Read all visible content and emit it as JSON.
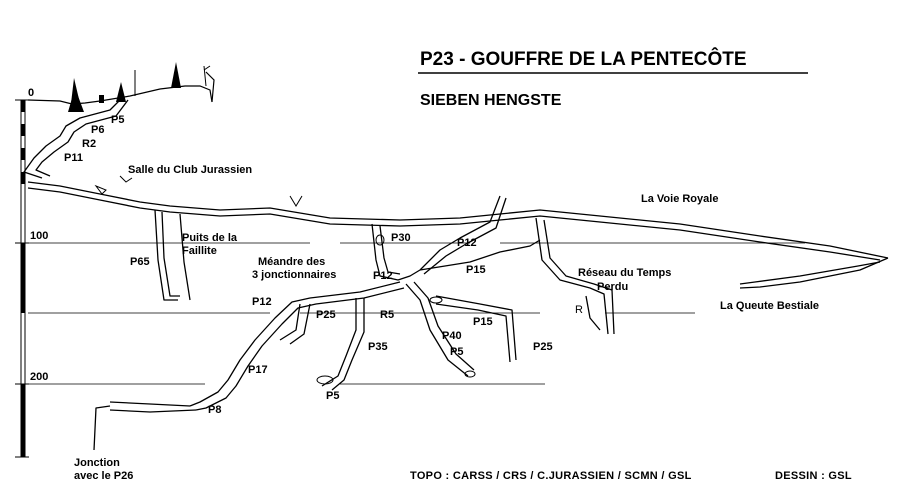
{
  "title": "P23  -  GOUFFRE DE LA PENTECÔTE",
  "subtitle": "SIEBEN HENGSTE",
  "depth_scale": {
    "ticks": [
      "0",
      "100",
      "200"
    ]
  },
  "labels": {
    "p5_top": "P5",
    "p6": "P6",
    "r2": "R2",
    "p11": "P11",
    "salle": "Salle du Club Jurassien",
    "puits_faille_1": "Puits de la",
    "puits_faille_2": "Faillite",
    "p65": "P65",
    "meandre_1": "Méandre des",
    "meandre_2": "3 jonctionnaires",
    "p30": "P30",
    "p12_right": "P12",
    "p15_right": "P15",
    "p12_center": "P12",
    "voie_royale": "La Voie Royale",
    "reseau_1": "Réseau du Temps",
    "reseau_2": "Perdu",
    "r_small": "R",
    "queute": "La Queute Bestiale",
    "p12_left": "P12",
    "p25_left": "P25",
    "r5": "R5",
    "p15_mid": "P15",
    "p40": "P40",
    "p5_mid": "P5",
    "p35": "P35",
    "p25_right": "P25",
    "p17": "P17",
    "p5_bottom": "P5",
    "p8": "P8",
    "jonction_1": "Jonction",
    "jonction_2": "avec le P26"
  },
  "credits": {
    "topo": "TOPO  :  CARSS  /  CRS  /  C.JURASSIEN  /  SCMN  /  GSL",
    "dessin": "DESSIN  :  GSL"
  }
}
